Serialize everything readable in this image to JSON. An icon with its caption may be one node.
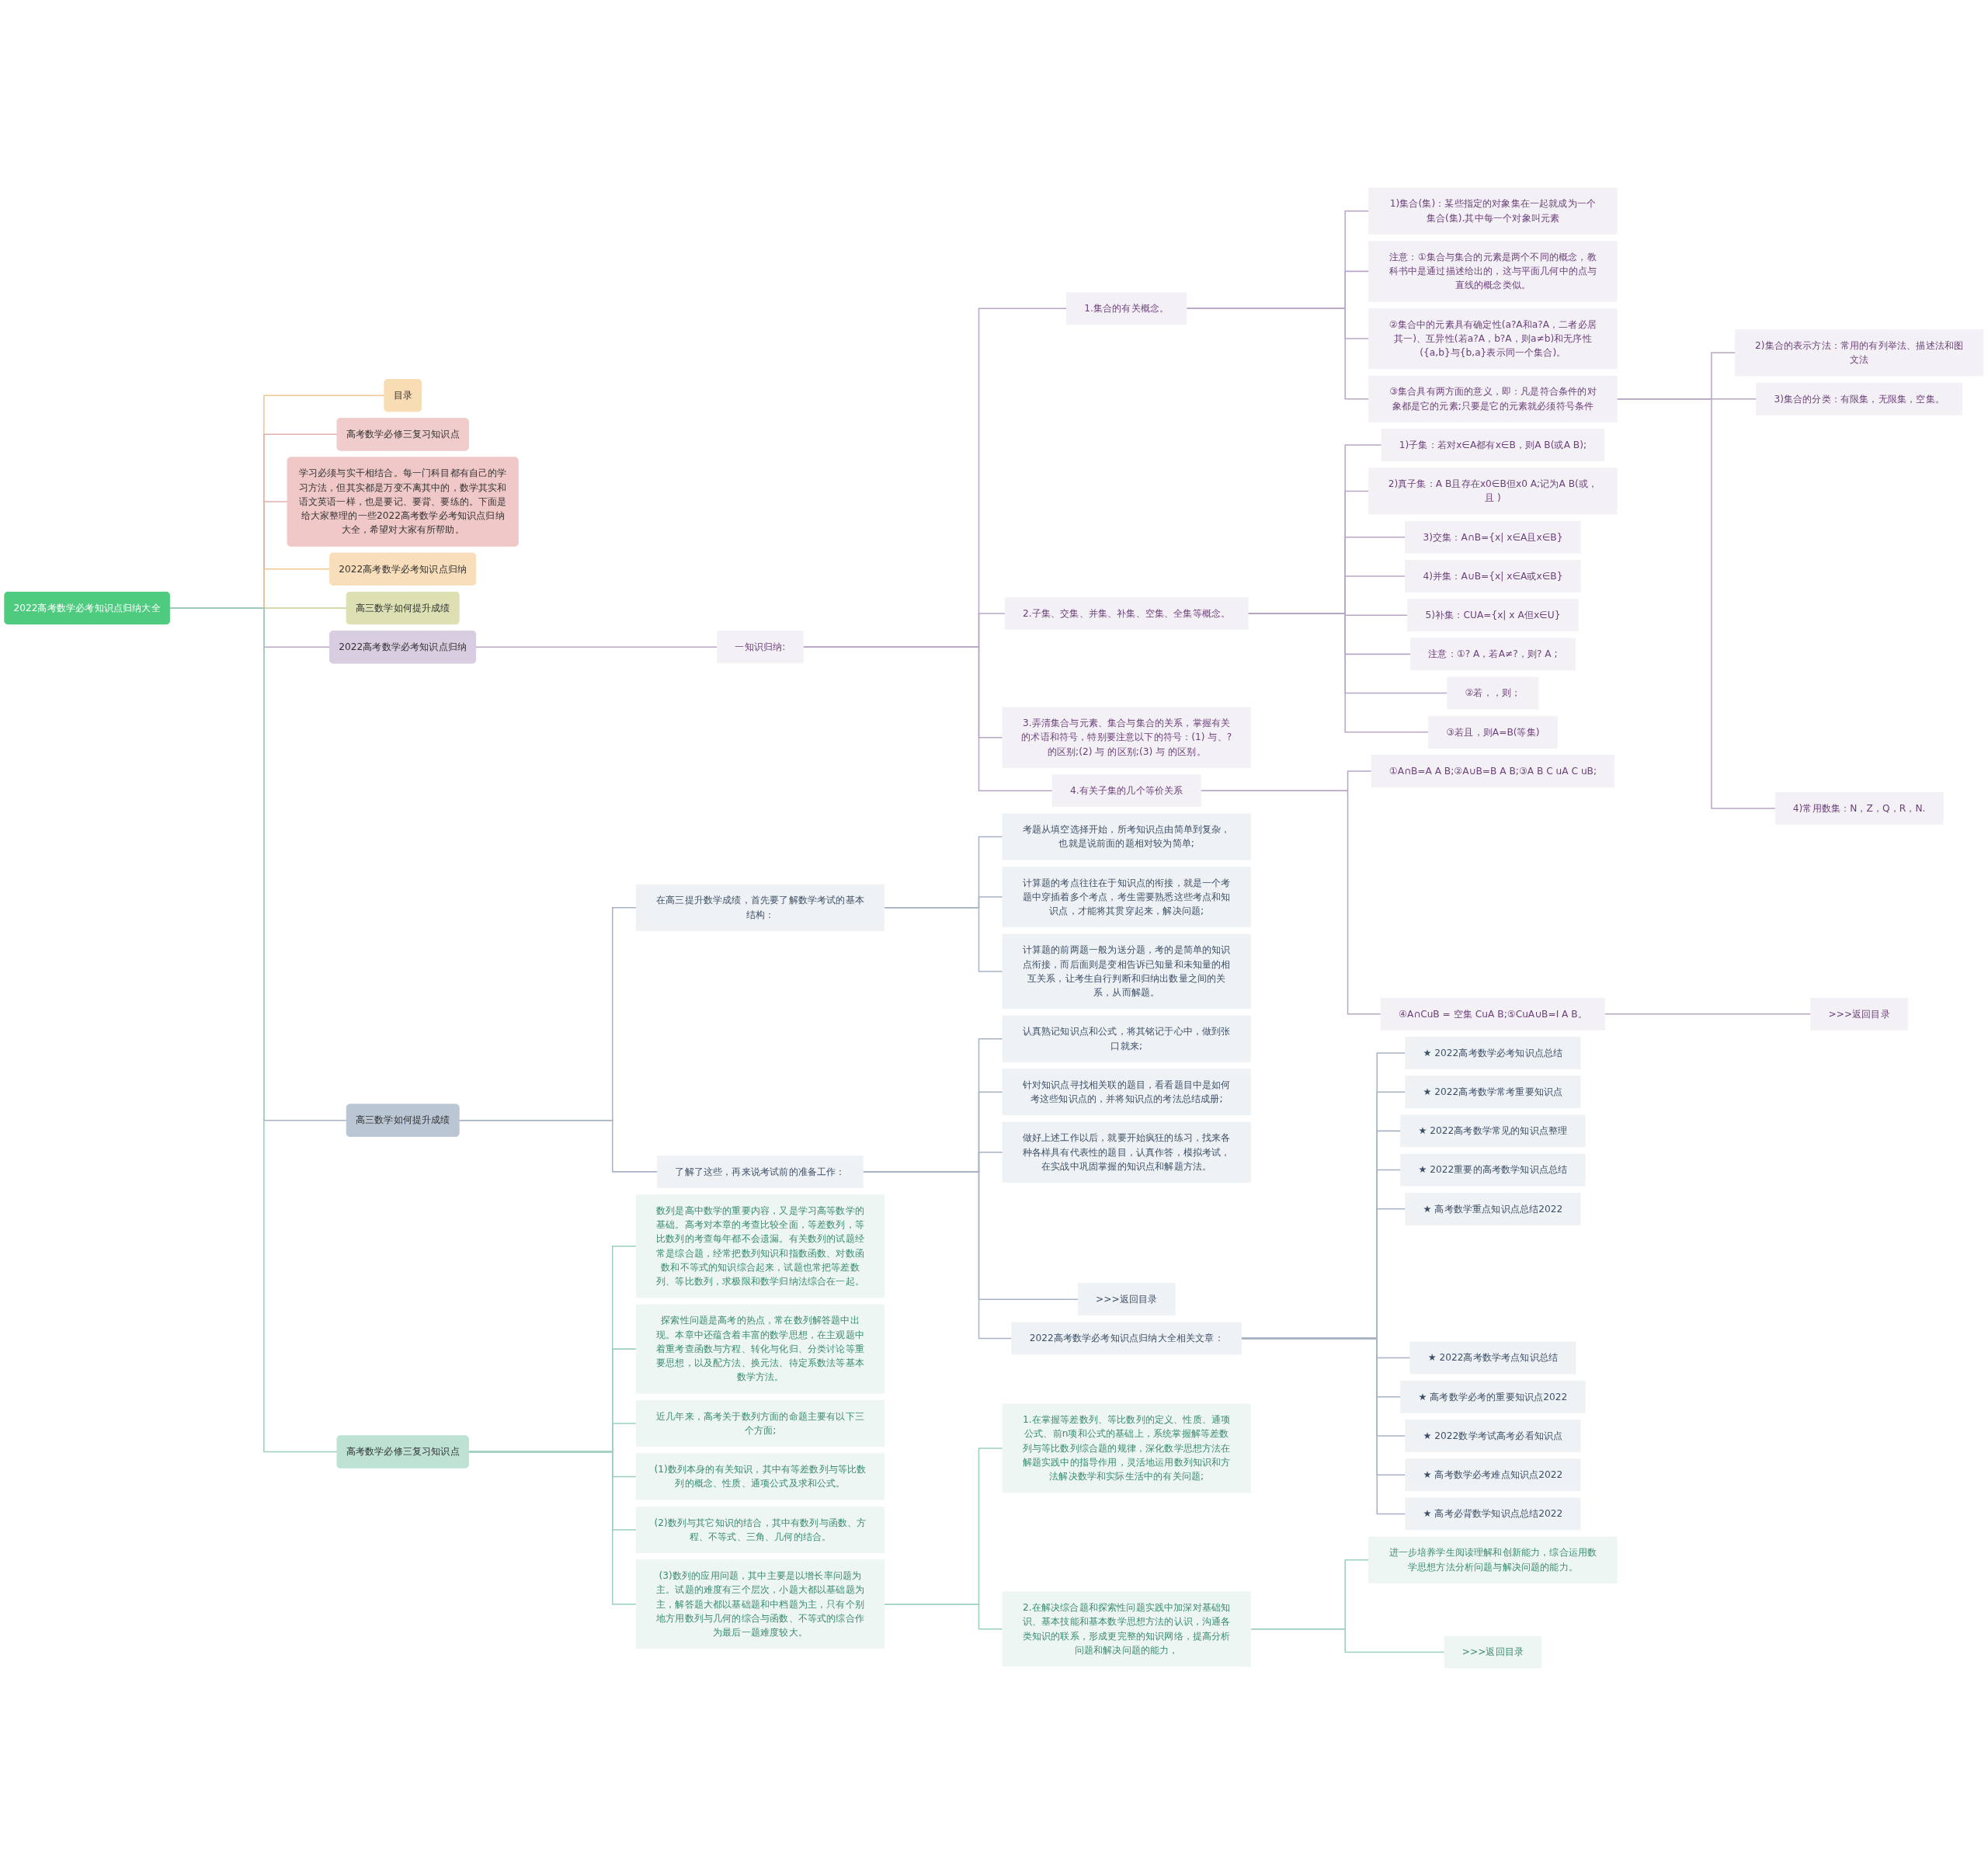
{
  "diagram": {
    "nodes": [
      {
        "text": [
          "2022高考数学必考知识点归纳大全"
        ]
      },
      {
        "text": [
          "目录"
        ]
      },
      {
        "text": [
          "高考数学必修三复习知识点"
        ]
      },
      {
        "text": [
          "学习必须与实干相结合。每一门科目都有自己的学习方法，但其实都是万变不离其中的，数学其实和语文英语一样，也是要记、要背、要练的。下面是给大家整理的一些2022高考数学必考知识点归纳大全，希望对大家有所帮助。"
        ]
      },
      {
        "text": [
          "2022高考数学必考知识点归纳"
        ]
      },
      {
        "text": [
          "高三数学如何提升成绩"
        ]
      },
      {
        "text": [
          "2022高考数学必考知识点归纳"
        ]
      },
      {
        "text": [
          "一知识归纳:"
        ]
      },
      {
        "text": [
          "1.集合的有关概念。"
        ]
      },
      {
        "text": [
          "1)集合(集)：某些指定的对象集在一起就成为一个集合(集).其中每一个对象叫元素"
        ]
      },
      {
        "text": [
          "注意：①集合与集合的元素是两个不同的概念，教科书中是通过描述给出的，这与平面几何中的点与直线的概念类似。"
        ]
      },
      {
        "text": [
          "②集合中的元素具有确定性(a?A和a?A，二者必居其一)、互异性(若a?A，b?A，则a≠b)和无序性({a,b}与{b,a}表示同一个集合)。"
        ]
      },
      {
        "text": [
          "③集合具有两方面的意义，即：凡是符合条件的对象都是它的元素;只要是它的元素就必须符号条件"
        ]
      },
      {
        "text": [
          "2)集合的表示方法：常用的有列举法、描述法和图文法"
        ]
      },
      {
        "text": [
          "3)集合的分类：有限集，无限集，空集。"
        ]
      },
      {
        "text": [
          "4)常用数集：N，Z，Q，R，N."
        ]
      },
      {
        "text": [
          "2.子集、交集、并集、补集、空集、全集等概念。"
        ]
      },
      {
        "text": [
          "1)子集：若对x∈A都有x∈B，则A B(或A B);"
        ]
      },
      {
        "text": [
          "2)真子集：A B且存在x0∈B但x0 A;记为A B(或，且 )"
        ]
      },
      {
        "text": [
          "3)交集：A∩B={x| x∈A且x∈B}"
        ]
      },
      {
        "text": [
          "4)并集：A∪B={x| x∈A或x∈B}"
        ]
      },
      {
        "text": [
          "5)补集：CUA={x| x A但x∈U}"
        ]
      },
      {
        "text": [
          "注意：①? A，若A≠?，则? A ;"
        ]
      },
      {
        "text": [
          "②若，，则；"
        ]
      },
      {
        "text": [
          "③若且，则A=B(等集)"
        ]
      },
      {
        "text": [
          "3.弄清集合与元素、集合与集合的关系，掌握有关的术语和符号，特别要注意以下的符号：(1) 与、?的区别;(2) 与 的区别;(3) 与 的区别。"
        ]
      },
      {
        "text": [
          "4.有关子集的几个等价关系"
        ]
      },
      {
        "text": [
          "①A∩B=A A B;②A∪B=B A B;③A B C uA C uB;"
        ]
      },
      {
        "text": [
          "④A∩CuB = 空集 CuA B;⑤CuA∪B=I A B。"
        ]
      },
      {
        "text": [
          ">>>返回目录"
        ]
      },
      {
        "text": [
          "高三数学如何提升成绩"
        ]
      },
      {
        "text": [
          "在高三提升数学成绩，首先要了解数学考试的基本结构："
        ]
      },
      {
        "text": [
          "考题从填空选择开始，所考知识点由简单到复杂，也就是说前面的题相对较为简单;"
        ]
      },
      {
        "text": [
          "计算题的考点往往在于知识点的衔接，就是一个考题中穿插着多个考点，考生需要熟悉这些考点和知识点，才能将其贯穿起来，解决问题;"
        ]
      },
      {
        "text": [
          "计算题的前两题一般为送分题，考的是简单的知识点衔接，而后面则是变相告诉已知量和未知量的相互关系，让考生自行判断和归纳出数量之间的关系，从而解题。"
        ]
      },
      {
        "text": [
          "了解了这些，再来说考试前的准备工作："
        ]
      },
      {
        "text": [
          "认真熟记知识点和公式，将其铭记于心中，做到张口就来;"
        ]
      },
      {
        "text": [
          "针对知识点寻找相关联的题目，看看题目中是如何考这些知识点的，并将知识点的考法总结成册;"
        ]
      },
      {
        "text": [
          "做好上述工作以后，就要开始疯狂的练习，找来各种各样具有代表性的题目，认真作答，模拟考试，在实战中巩固掌握的知识点和解题方法。"
        ]
      },
      {
        "text": [
          ">>>返回目录"
        ]
      },
      {
        "text": [
          "2022高考数学必考知识点归纳大全相关文章："
        ]
      },
      {
        "text": [
          "★ 2022高考数学必考知识点总结"
        ]
      },
      {
        "text": [
          "★ 2022高考数学常考重要知识点"
        ]
      },
      {
        "text": [
          "★ 2022高考数学常见的知识点整理"
        ]
      },
      {
        "text": [
          "★ 2022重要的高考数学知识点总结"
        ]
      },
      {
        "text": [
          "★ 高考数学重点知识点总结2022"
        ]
      },
      {
        "text": [
          "★ 2022高考数学考点知识总结"
        ]
      },
      {
        "text": [
          "★ 高考数学必考的重要知识点2022"
        ]
      },
      {
        "text": [
          "★ 2022数学考试高考必看知识点"
        ]
      },
      {
        "text": [
          "★ 高考数学必考难点知识点2022"
        ]
      },
      {
        "text": [
          "★ 高考必背数学知识点总结2022"
        ]
      },
      {
        "text": [
          "高考数学必修三复习知识点"
        ]
      },
      {
        "text": [
          "数列是高中数学的重要内容，又是学习高等数学的基础。高考对本章的考查比较全面，等差数列，等比数列的考查每年都不会遗漏。有关数列的试题经常是综合题，经常把数列知识和指数函数、对数函数和不等式的知识综合起来，试题也常把等差数列、等比数列，求极限和数学归纳法综合在一起。"
        ]
      },
      {
        "text": [
          "探索性问题是高考的热点，常在数列解答题中出现。本章中还蕴含着丰富的数学思想，在主观题中着重考查函数与方程、转化与化归、分类讨论等重要思想，以及配方法、换元法、待定系数法等基本数学方法。"
        ]
      },
      {
        "text": [
          "近几年来，高考关于数列方面的命题主要有以下三个方面;"
        ]
      },
      {
        "text": [
          "(1)数列本身的有关知识，其中有等差数列与等比数列的概念、性质、通项公式及求和公式。"
        ]
      },
      {
        "text": [
          "(2)数列与其它知识的结合，其中有数列与函数、方程、不等式、三角、几何的结合。"
        ]
      },
      {
        "text": [
          "(3)数列的应用问题，其中主要是以增长率问题为主。试题的难度有三个层次，小题大都以基础题为主，解答题大都以基础题和中档题为主，只有个别地方用数列与几何的综合与函数、不等式的综合作为最后一题难度较大。"
        ]
      },
      {
        "text": [
          "1.在掌握等差数列、等比数列的定义、性质、通项公式、前n项和公式的基础上，系统掌握解等差数列与等比数列综合题的规律，深化数学思想方法在解题实践中的指导作用，灵活地运用数列知识和方法解决数学和实际生活中的有关问题;"
        ]
      },
      {
        "text": [
          "2.在解决综合题和探索性问题实践中加深对基础知识、基本技能和基本数学思想方法的认识，沟通各类知识的联系，形成更完整的知识网络，提高分析问题和解决问题的能力，"
        ]
      },
      {
        "text": [
          "进一步培养学生阅读理解和创新能力，综合运用数学思想方法分析问题与解决问题的能力。"
        ]
      },
      {
        "text": [
          ">>>返回目录"
        ]
      }
    ],
    "edges": [
      {
        "from": 0,
        "to": 1,
        "arrow": "none",
        "color": "#f0c890"
      },
      {
        "from": 0,
        "to": 2,
        "arrow": "none",
        "color": "#e0b0b0"
      },
      {
        "from": 0,
        "to": 3,
        "arrow": "none",
        "color": "#e0b0b0"
      },
      {
        "from": 0,
        "to": 4,
        "arrow": "none",
        "color": "#f0c890"
      },
      {
        "from": 0,
        "to": 5,
        "arrow": "none",
        "color": "#c8cc90"
      },
      {
        "from": 0,
        "to": 6,
        "arrow": "none"
      },
      {
        "from": 6,
        "to": 7,
        "arrow": "none"
      },
      {
        "from": 7,
        "to": 8,
        "arrow": "none"
      },
      {
        "from": 8,
        "to": 9,
        "arrow": "none"
      },
      {
        "from": 8,
        "to": 10,
        "arrow": "none"
      },
      {
        "from": 8,
        "to": 11,
        "arrow": "none"
      },
      {
        "from": 8,
        "to": 12,
        "arrow": "none"
      },
      {
        "from": 12,
        "to": 13,
        "arrow": "none"
      },
      {
        "from": 12,
        "to": 14,
        "arrow": "none"
      },
      {
        "from": 12,
        "to": 15,
        "arrow": "none"
      },
      {
        "from": 7,
        "to": 16,
        "arrow": "none"
      },
      {
        "from": 16,
        "to": 17,
        "arrow": "none"
      },
      {
        "from": 16,
        "to": 18,
        "arrow": "none"
      },
      {
        "from": 16,
        "to": 19,
        "arrow": "none"
      },
      {
        "from": 16,
        "to": 20,
        "arrow": "none"
      },
      {
        "from": 16,
        "to": 21,
        "arrow": "none"
      },
      {
        "from": 16,
        "to": 22,
        "arrow": "none"
      },
      {
        "from": 16,
        "to": 23,
        "arrow": "none"
      },
      {
        "from": 16,
        "to": 24,
        "arrow": "none"
      },
      {
        "from": 7,
        "to": 25,
        "arrow": "none"
      },
      {
        "from": 7,
        "to": 26,
        "arrow": "none"
      },
      {
        "from": 26,
        "to": 27,
        "arrow": "none"
      },
      {
        "from": 26,
        "to": 28,
        "arrow": "none"
      },
      {
        "from": 28,
        "to": 29,
        "arrow": "none"
      },
      {
        "from": 0,
        "to": 30,
        "arrow": "none",
        "color": "#a8b4c4"
      },
      {
        "from": 30,
        "to": 31,
        "arrow": "none",
        "color": "#a8b4c4"
      },
      {
        "from": 31,
        "to": 32,
        "arrow": "none",
        "color": "#a8b4c4"
      },
      {
        "from": 31,
        "to": 33,
        "arrow": "none",
        "color": "#a8b4c4"
      },
      {
        "from": 31,
        "to": 34,
        "arrow": "none",
        "color": "#a8b4c4"
      },
      {
        "from": 30,
        "to": 35,
        "arrow": "none",
        "color": "#a8b4c4"
      },
      {
        "from": 35,
        "to": 36,
        "arrow": "none",
        "color": "#a8b4c4"
      },
      {
        "from": 35,
        "to": 37,
        "arrow": "none",
        "color": "#a8b4c4"
      },
      {
        "from": 35,
        "to": 38,
        "arrow": "none",
        "color": "#a8b4c4"
      },
      {
        "from": 35,
        "to": 39,
        "arrow": "none",
        "color": "#a8b4c4"
      },
      {
        "from": 35,
        "to": 40,
        "arrow": "none",
        "color": "#a8b4c4"
      },
      {
        "from": 40,
        "to": 41,
        "arrow": "none",
        "color": "#a8b4c4"
      },
      {
        "from": 40,
        "to": 42,
        "arrow": "none",
        "color": "#a8b4c4"
      },
      {
        "from": 40,
        "to": 43,
        "arrow": "none",
        "color": "#a8b4c4"
      },
      {
        "from": 40,
        "to": 44,
        "arrow": "none",
        "color": "#a8b4c4"
      },
      {
        "from": 40,
        "to": 45,
        "arrow": "none",
        "color": "#a8b4c4"
      },
      {
        "from": 40,
        "to": 46,
        "arrow": "none",
        "color": "#a8b4c4"
      },
      {
        "from": 40,
        "to": 47,
        "arrow": "none",
        "color": "#a8b4c4"
      },
      {
        "from": 40,
        "to": 48,
        "arrow": "none",
        "color": "#a8b4c4"
      },
      {
        "from": 40,
        "to": 49,
        "arrow": "none",
        "color": "#a8b4c4"
      },
      {
        "from": 40,
        "to": 50,
        "arrow": "none",
        "color": "#a8b4c4"
      },
      {
        "from": 0,
        "to": 51,
        "arrow": "none",
        "color": "#9ccfbc"
      },
      {
        "from": 51,
        "to": 52,
        "arrow": "none",
        "color": "#9ccfbc"
      },
      {
        "from": 51,
        "to": 53,
        "arrow": "none",
        "color": "#9ccfbc"
      },
      {
        "from": 51,
        "to": 54,
        "arrow": "none",
        "color": "#9ccfbc"
      },
      {
        "from": 51,
        "to": 55,
        "arrow": "none",
        "color": "#9ccfbc"
      },
      {
        "from": 51,
        "to": 56,
        "arrow": "none",
        "color": "#9ccfbc"
      },
      {
        "from": 51,
        "to": 57,
        "arrow": "none",
        "color": "#9ccfbc"
      },
      {
        "from": 57,
        "to": 58,
        "arrow": "none",
        "color": "#9ccfbc"
      },
      {
        "from": 57,
        "to": 59,
        "arrow": "none",
        "color": "#9ccfbc"
      },
      {
        "from": 59,
        "to": 60,
        "arrow": "none",
        "color": "#9ccfbc"
      },
      {
        "from": 59,
        "to": 61,
        "arrow": "none",
        "color": "#9ccfbc"
      }
    ]
  }
}
